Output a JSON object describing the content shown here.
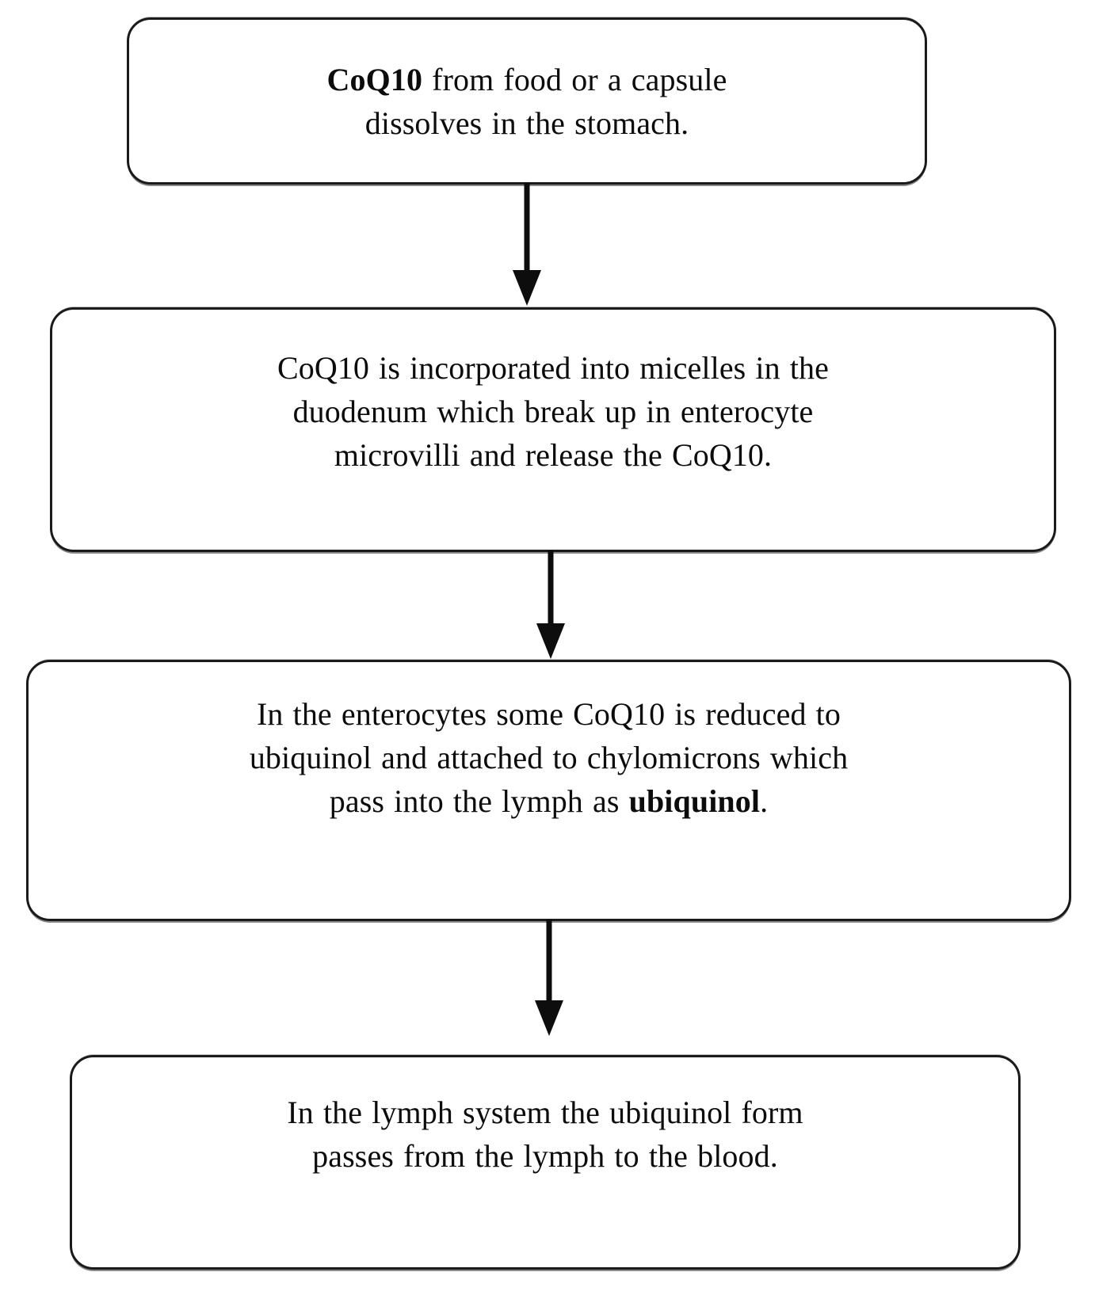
{
  "diagram": {
    "title": "CoQ10 absorption pathway flowchart",
    "orientation": "vertical-top-to-bottom",
    "background_color": "#ffffff",
    "stroke_color": "#1a1a1a",
    "text_color": "#0c0c0c",
    "node_count": 4,
    "connector_count": 3
  },
  "nodes": [
    {
      "id": "node-1",
      "shape": "rounded-rectangle",
      "line_1_prefix_bold": "CoQ10",
      "line_1_rest": " from food or a capsule",
      "line_2": "dissolves in the stomach.",
      "plain_text": "CoQ10 from food or a capsule dissolves in the stomach."
    },
    {
      "id": "node-2",
      "shape": "rounded-rectangle",
      "line_1": "CoQ10 is incorporated into micelles in the",
      "line_2": "duodenum which break up in enterocyte",
      "line_3": "microvilli and release the CoQ10.",
      "plain_text": "CoQ10 is incorporated into micelles in the duodenum which break up in enterocyte microvilli and release the CoQ10."
    },
    {
      "id": "node-3",
      "shape": "rounded-rectangle",
      "line_1": "In the enterocytes some CoQ10 is reduced to",
      "line_2": "ubiquinol and attached to chylomicrons which",
      "line_3_prefix": "pass into the lymph as ",
      "line_3_bold": "ubiquinol",
      "line_3_suffix": ".",
      "plain_text": "In the enterocytes some CoQ10 is reduced to ubiquinol and attached to chylomicrons which pass into the lymph as ubiquinol."
    },
    {
      "id": "node-4",
      "shape": "rounded-rectangle",
      "line_1": "In the lymph system the ubiquinol form",
      "line_2": "passes from the lymph to the blood.",
      "plain_text": "In the lymph system the ubiquinol form passes from the lymph to the blood."
    }
  ],
  "connectors": [
    {
      "id": "connector-1",
      "from": "node-1",
      "to": "node-2",
      "style": "solid-line-filled-arrowhead",
      "direction": "down"
    },
    {
      "id": "connector-2",
      "from": "node-2",
      "to": "node-3",
      "style": "solid-line-filled-arrowhead",
      "direction": "down"
    },
    {
      "id": "connector-3",
      "from": "node-3",
      "to": "node-4",
      "style": "solid-line-filled-arrowhead",
      "direction": "down"
    }
  ]
}
